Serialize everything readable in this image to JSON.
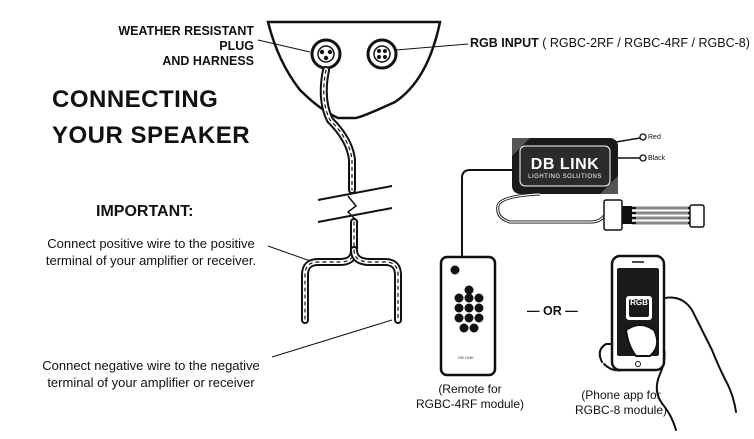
{
  "labels": {
    "plug_harness": [
      "WEATHER RESISTANT PLUG",
      "AND HARNESS"
    ],
    "rgb_input_bold": "RGB INPUT",
    "rgb_input_models": " ( RGBC-2RF / RGBC-4RF / RGBC-8)",
    "connecting": [
      "CONNECTING",
      "YOUR SPEAKER"
    ],
    "important": "IMPORTANT:",
    "positive_note": [
      "Connect positive wire to the positive",
      "terminal of your amplifier or receiver."
    ],
    "negative_note": [
      "Connect negative wire to the negative",
      "terminal of your amplifier or receiver"
    ],
    "or_label": "— OR —",
    "remote_caption": [
      "(Remote for",
      "RGBC-4RF module)"
    ],
    "phone_caption": [
      "(Phone app for",
      "RGBC-8 module)"
    ],
    "wire_red": "Red",
    "wire_black": "Black",
    "module_brand": "DB LINK",
    "module_sub": "LIGHTING SOLUTIONS",
    "app_logo": "RGB",
    "remote_brand": "DB LINK"
  },
  "colors": {
    "ink": "#111111",
    "module": "#1a1a1a",
    "screen": "#2b2b2b"
  },
  "icons": [
    "plug-icon",
    "rgb-connector-icon",
    "module-icon",
    "remote-icon",
    "phone-icon",
    "hand-icon",
    "power-icon"
  ]
}
